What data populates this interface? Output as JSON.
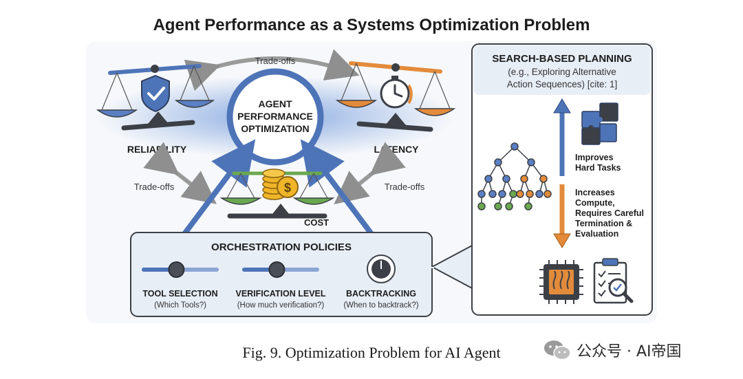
{
  "title": "Agent Performance as a Systems Optimization Problem",
  "center": {
    "line1": "AGENT",
    "line2": "PERFORMANCE",
    "line3": "OPTIMIZATION"
  },
  "scales": {
    "reliability": "RELIABILITY",
    "latency": "LATENCY",
    "cost": "COST"
  },
  "tradeoffs": {
    "top": "Trade-offs",
    "left": "Trade-offs",
    "right": "Trade-offs"
  },
  "orchestration": {
    "title": "ORCHESTRATION POLICIES",
    "tool_selection": {
      "label": "TOOL SELECTION",
      "sub": "(Which Tools?)",
      "level": 0.45
    },
    "verification": {
      "label": "VERIFICATION LEVEL",
      "sub": "(How much verification?)",
      "level": 0.45
    },
    "backtracking": {
      "label": "BACKTRACKING",
      "sub": "(When to backtrack?)"
    }
  },
  "search": {
    "title": "SEARCH-BASED PLANNING",
    "sub1": "(e.g., Exploring Alternative",
    "sub2": "Action Sequences) [cite: 1]",
    "improves1": "Improves",
    "improves2": "Hard Tasks",
    "inc1": "Increases",
    "inc2": "Compute,",
    "inc3": "Requires Careful",
    "inc4": "Termination &",
    "inc5": "Evaluation"
  },
  "caption": "Fig. 9.  Optimization Problem for AI Agent",
  "watermark": "公众号 · AI帝国",
  "colors": {
    "blue": "#5b7fc4",
    "dark": "#3c4046",
    "orange": "#e38b3a",
    "green": "#6aa84f",
    "gold": "#f0b429",
    "panel": "#e8eef6"
  }
}
